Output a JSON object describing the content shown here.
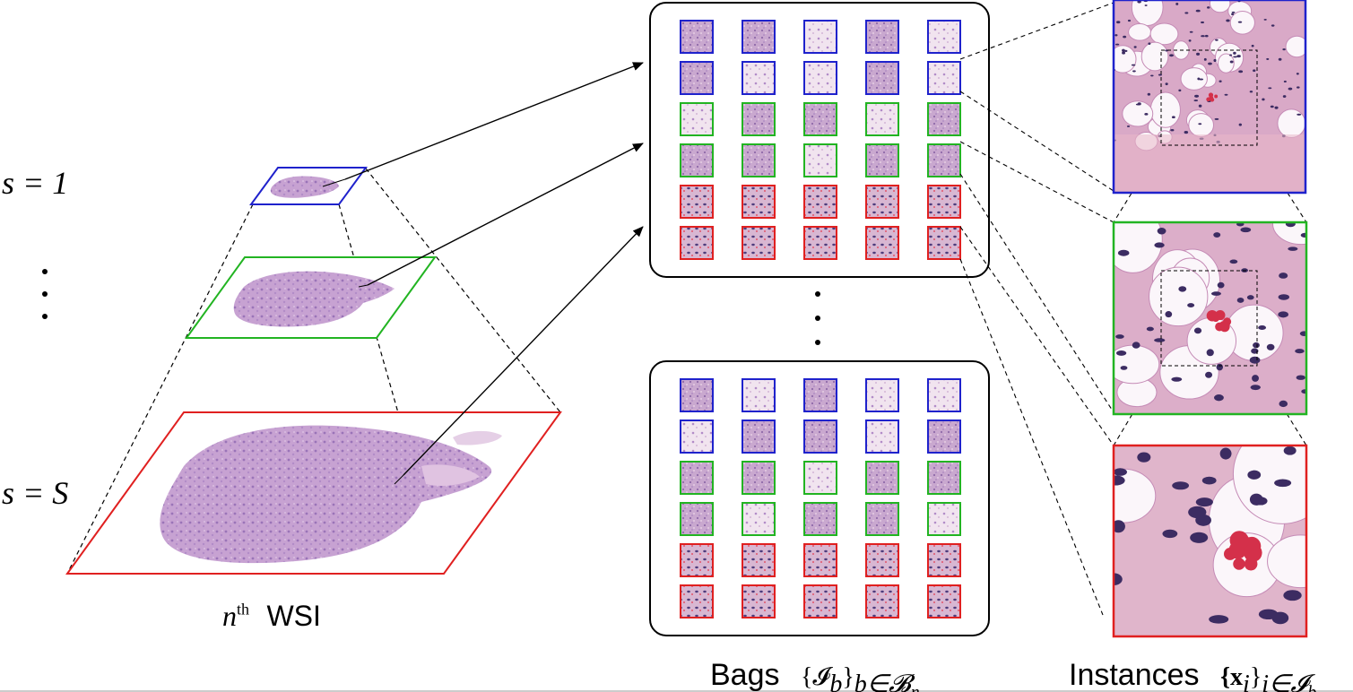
{
  "colors": {
    "scale_low": "#1f22cc",
    "scale_mid": "#22b422",
    "scale_high": "#e02020",
    "tissue_light": "#e3c3df",
    "tissue_mid": "#c69ed0",
    "tissue_dark": "#8a62a8",
    "cell_pink": "#e7b8cc",
    "nucleus": "#3c2c62",
    "rbc": "#d4304a",
    "frame": "#000000"
  },
  "labels": {
    "scale_top": "s = 1",
    "scale_bottom": "s = S",
    "wsi_n": "n",
    "wsi_sup": "th",
    "wsi_word": "WSI",
    "bags_word": "Bags",
    "bags_set": "{𝓘",
    "bags_set_sub": "b",
    "bags_set_close": "}",
    "bags_set_sub2": "b∈𝓑",
    "bags_set_sub3": "n",
    "instances_word": "Instances",
    "instances_set": "{x",
    "instances_sub": "i",
    "instances_close": "}",
    "instances_sub2": "i∈𝓘",
    "instances_sub3": "b"
  },
  "bag_grid": {
    "columns": 5,
    "row_colors": [
      "blue",
      "blue",
      "green",
      "green",
      "red",
      "red"
    ]
  },
  "icons": [
    "vertical-ellipsis-icon",
    "arrow-icon"
  ]
}
